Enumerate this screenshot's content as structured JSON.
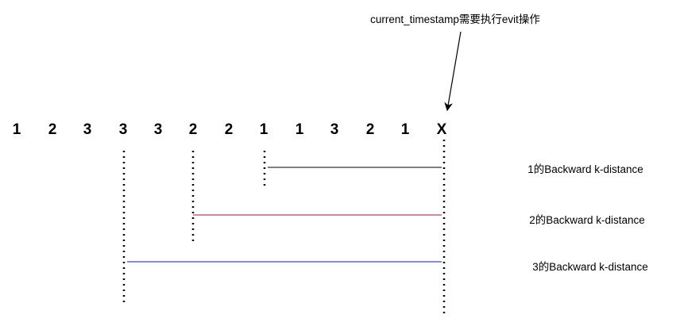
{
  "note": {
    "text": "current_timestamp需要执行evit操作"
  },
  "sequence": [
    "1",
    "2",
    "3",
    "3",
    "3",
    "2",
    "2",
    "1",
    "1",
    "3",
    "2",
    "1",
    "X"
  ],
  "distances": [
    {
      "label": "1的Backward k-distance",
      "color": "#000000"
    },
    {
      "label": "2的Backward k-distance",
      "color": "#8b1a4a"
    },
    {
      "label": "3的Backward k-distance",
      "color": "#1a1aa6"
    }
  ]
}
